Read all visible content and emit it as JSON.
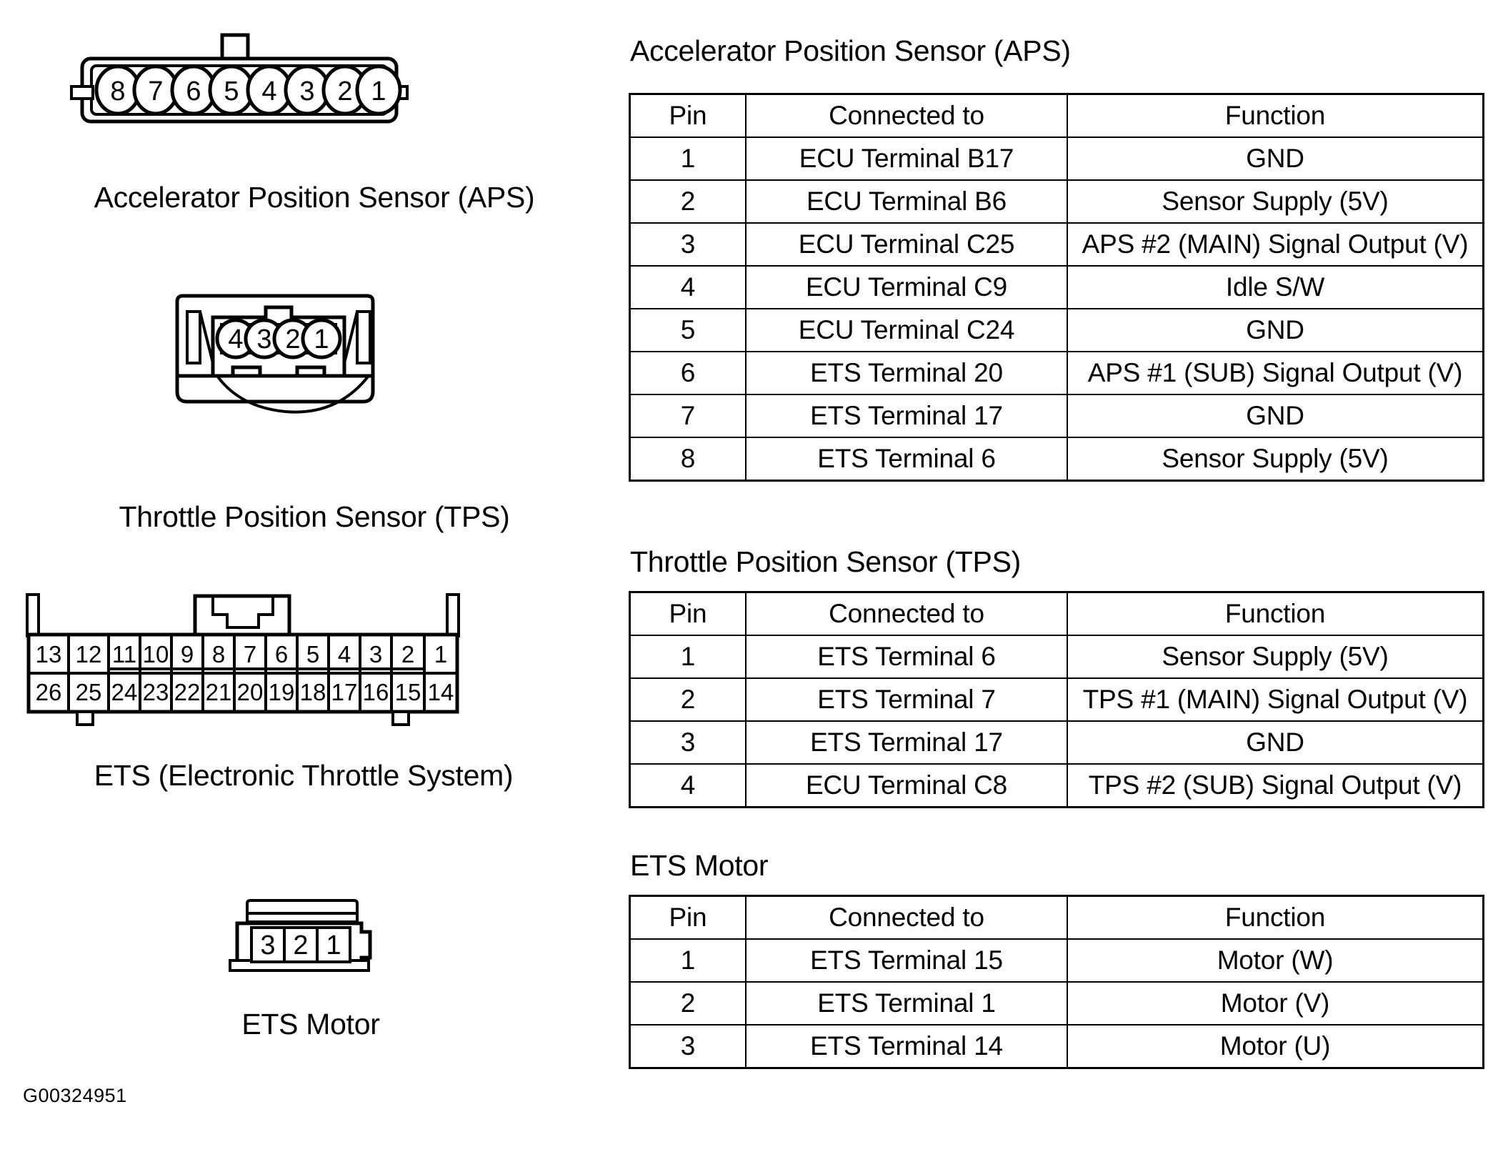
{
  "figure_id": "G00324951",
  "connectors": [
    {
      "key": "aps",
      "caption": "Accelerator Position Sensor (APS)",
      "pins": [
        "8",
        "7",
        "6",
        "5",
        "4",
        "3",
        "2",
        "1"
      ]
    },
    {
      "key": "tps",
      "caption": "Throttle Position Sensor (TPS)",
      "pins": [
        "4",
        "3",
        "2",
        "1"
      ]
    },
    {
      "key": "ets",
      "caption": "ETS (Electronic Throttle System)",
      "top_row": [
        "13",
        "12",
        "11",
        "10",
        "9",
        "8",
        "7",
        "6",
        "5",
        "4",
        "3",
        "2",
        "1"
      ],
      "bottom_row": [
        "26",
        "25",
        "24",
        "23",
        "22",
        "21",
        "20",
        "19",
        "18",
        "17",
        "16",
        "15",
        "14"
      ]
    },
    {
      "key": "ets_motor",
      "caption": "ETS Motor",
      "pins": [
        "3",
        "2",
        "1"
      ]
    }
  ],
  "tables": [
    {
      "key": "aps",
      "title": "Accelerator Position Sensor (APS)",
      "headers": [
        "Pin",
        "Connected to",
        "Function"
      ],
      "rows": [
        [
          "1",
          "ECU Terminal B17",
          "GND"
        ],
        [
          "2",
          "ECU Terminal B6",
          "Sensor Supply (5V)"
        ],
        [
          "3",
          "ECU Terminal C25",
          "APS #2 (MAIN) Signal Output (V)"
        ],
        [
          "4",
          "ECU Terminal C9",
          "Idle S/W"
        ],
        [
          "5",
          "ECU Terminal C24",
          "GND"
        ],
        [
          "6",
          "ETS Terminal 20",
          "APS #1 (SUB) Signal Output (V)"
        ],
        [
          "7",
          "ETS Terminal 17",
          "GND"
        ],
        [
          "8",
          "ETS Terminal 6",
          "Sensor Supply (5V)"
        ]
      ]
    },
    {
      "key": "tps",
      "title": "Throttle Position Sensor (TPS)",
      "headers": [
        "Pin",
        "Connected to",
        "Function"
      ],
      "rows": [
        [
          "1",
          "ETS Terminal 6",
          "Sensor Supply (5V)"
        ],
        [
          "2",
          "ETS Terminal 7",
          "TPS #1 (MAIN) Signal Output (V)"
        ],
        [
          "3",
          "ETS Terminal 17",
          "GND"
        ],
        [
          "4",
          "ECU Terminal C8",
          "TPS #2 (SUB) Signal Output (V)"
        ]
      ]
    },
    {
      "key": "ets_motor",
      "title": "ETS Motor",
      "headers": [
        "Pin",
        "Connected to",
        "Function"
      ],
      "rows": [
        [
          "1",
          "ETS Terminal 15",
          "Motor (W)"
        ],
        [
          "2",
          "ETS Terminal 1",
          "Motor (V)"
        ],
        [
          "3",
          "ETS Terminal 14",
          "Motor (U)"
        ]
      ]
    }
  ]
}
